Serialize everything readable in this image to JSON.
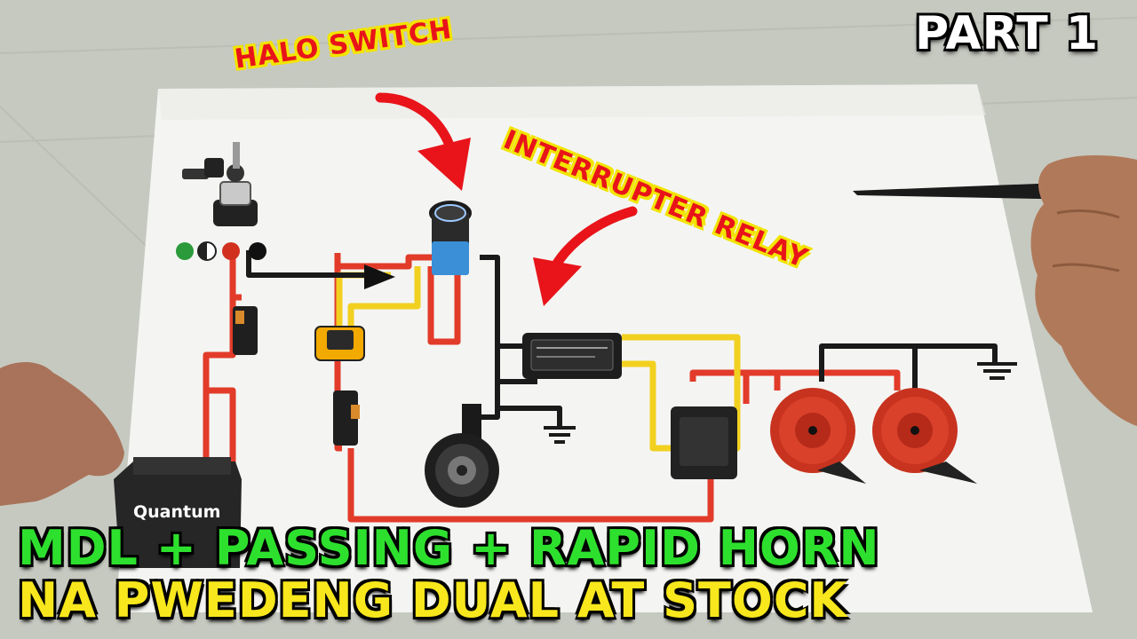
{
  "captions": {
    "part": "PART 1",
    "halo_switch": "HALO SWITCH",
    "interrupter_relay": "INTERRUPTER RELAY",
    "headline_line1": "MDL + PASSING + RAPID HORN",
    "headline_line2": "NA PWEDENG DUAL AT STOCK"
  },
  "battery": {
    "brand": "Quantum"
  },
  "colors": {
    "caption_green": "#2ee02e",
    "caption_yellow": "#f7e71c",
    "caption_red": "#e8141a",
    "wire_red": "#e23b2a",
    "wire_yellow": "#f2d020",
    "wire_black": "#1a1a1a",
    "horn_red": "#d9412b",
    "switch_blue": "#3a8fd6"
  },
  "icons": [
    "ignition-key-icon",
    "arrow-icon",
    "ground-symbol-icon"
  ]
}
